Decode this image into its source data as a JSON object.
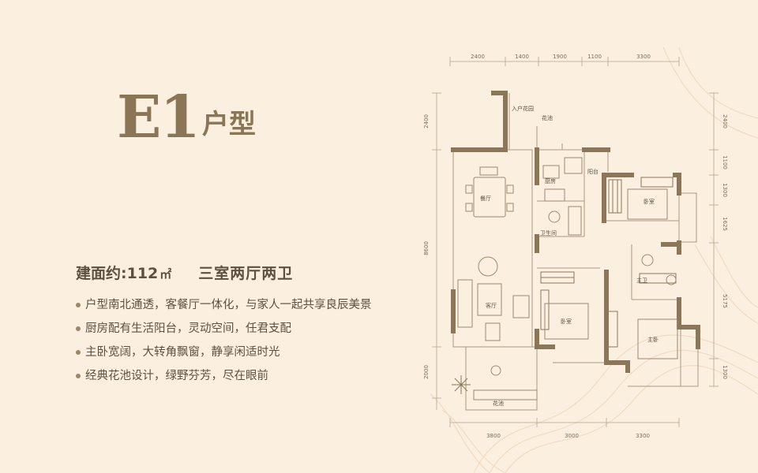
{
  "header": {
    "title_main": "E1",
    "title_suffix": "户型"
  },
  "spec": {
    "area_label": "建面约:112",
    "area_unit": "㎡",
    "layout": "三室两厅两卫"
  },
  "features": [
    "户型南北通透，客餐厅一体化，与家人一起共享良辰美景",
    "厨房配有生活阳台，灵动空间，任君支配",
    "主卧宽阔，大转角飘窗，静享闲适时光",
    "经典花池设计，绿野芬芳，尽在眼前"
  ],
  "floorplan": {
    "dims_top": [
      "2400",
      "1400",
      "1900",
      "1100",
      "3300"
    ],
    "dims_bottom": [
      "3800",
      "3000",
      "3300"
    ],
    "dims_left": [
      "2400",
      "8600",
      "2000"
    ],
    "dims_right": [
      "2400",
      "1100",
      "1300",
      "1625",
      "5175",
      "1300"
    ],
    "rooms": {
      "entry_garden": "入户花园",
      "flower_bed_top": "花池",
      "kitchen": "厨房",
      "balcony": "阳台",
      "dining": "餐厅",
      "bathroom": "卫生间",
      "bedroom_ne": "卧室",
      "master_bath": "主卫",
      "living": "客厅",
      "bedroom_s": "卧室",
      "master_bedroom": "主卧",
      "flower_bed_bottom": "花池"
    }
  },
  "colors": {
    "background": "#fbefe0",
    "title": "#8a7555",
    "text": "#5c5040",
    "wall": "#8b7658",
    "line": "#9a8a70"
  }
}
